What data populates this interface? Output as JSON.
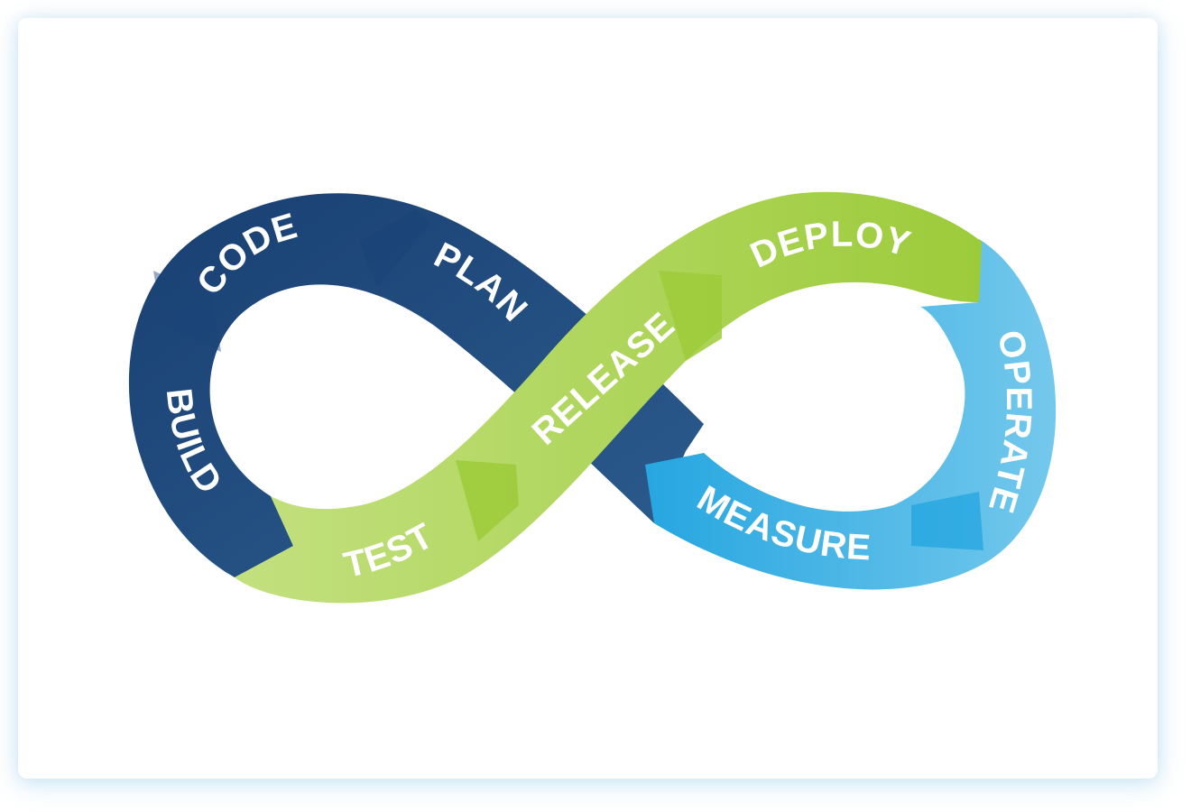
{
  "diagram": {
    "type": "devops-infinity-loop",
    "stages": [
      {
        "label": "PLAN",
        "group": "dev",
        "color": "#1e4a80"
      },
      {
        "label": "CODE",
        "group": "dev",
        "color": "#1e4a80"
      },
      {
        "label": "BUILD",
        "group": "dev",
        "color": "#1e4a80"
      },
      {
        "label": "TEST",
        "group": "release",
        "color": "#a6cd3c"
      },
      {
        "label": "RELEASE",
        "group": "release",
        "color": "#a6cd3c"
      },
      {
        "label": "DEPLOY",
        "group": "release",
        "color": "#a6cd3c"
      },
      {
        "label": "OPERATE",
        "group": "ops",
        "color": "#2ba8e0"
      },
      {
        "label": "MEASURE",
        "group": "ops",
        "color": "#2ba8e0"
      }
    ],
    "colors": {
      "dev_dark": "#183f72",
      "dev_light": "#2d5c8e",
      "release_light": "#c3e07f",
      "release_dark": "#9ccb3a",
      "ops_light": "#74c8ec",
      "ops_dark": "#26a6e0"
    }
  }
}
